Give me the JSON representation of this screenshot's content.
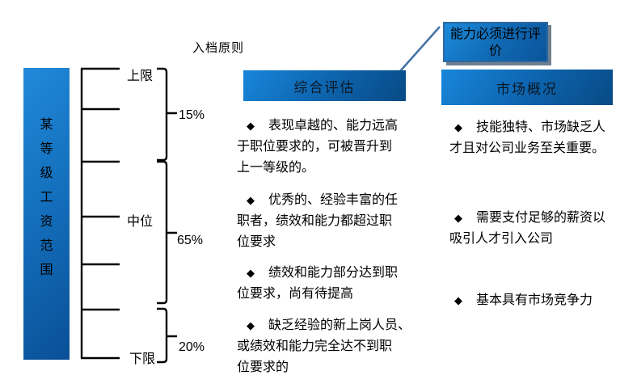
{
  "title": "入档原则",
  "salary_bar": {
    "label": "某\n等\n级\n工\n资\n范\n围"
  },
  "range_labels": {
    "upper": "上限",
    "middle": "中位",
    "lower": "下限"
  },
  "percentages": {
    "upper": "15%",
    "middle": "65%",
    "lower": "20%"
  },
  "callout": {
    "text": "能力必须进行评\n价"
  },
  "columns": [
    {
      "header": "综合评估",
      "bullets": [
        {
          "marker": "◆",
          "text": "表现卓越的、能力远高\n于职位要求的，可被晋升到\n上一等级的。"
        },
        {
          "marker": "◆",
          "text": "优秀的、经验丰富的任\n职者，绩效和能力都超过职\n位要求"
        },
        {
          "marker": "◆",
          "text": "绩效和能力部分达到职\n位要求，尚有待提高"
        },
        {
          "marker": "◆",
          "text": "缺乏经验的新上岗人员、\n或绩效和能力完全达不到职\n位要求的"
        }
      ]
    },
    {
      "header": "市场概况",
      "bullets": [
        {
          "marker": "◆",
          "text": "技能独特、市场缺乏人\n才且对公司业务至关重要。"
        },
        {
          "marker": "◆",
          "text": "需要支付足够的薪资以\n吸引人才引入公司"
        },
        {
          "marker": "◆",
          "text": "基本具有市场竞争力"
        }
      ]
    }
  ],
  "colors": {
    "accent-light": "#1886da",
    "accent-dark": "#084a85",
    "bar-light": "#2189da",
    "bar-dark": "#0a4f97",
    "callout-border": "#2e68a0",
    "shadow": "#6f7f8e",
    "connector": "#4673a5",
    "line": "#000000",
    "text": "#000000",
    "header-text": "#0a1826"
  }
}
